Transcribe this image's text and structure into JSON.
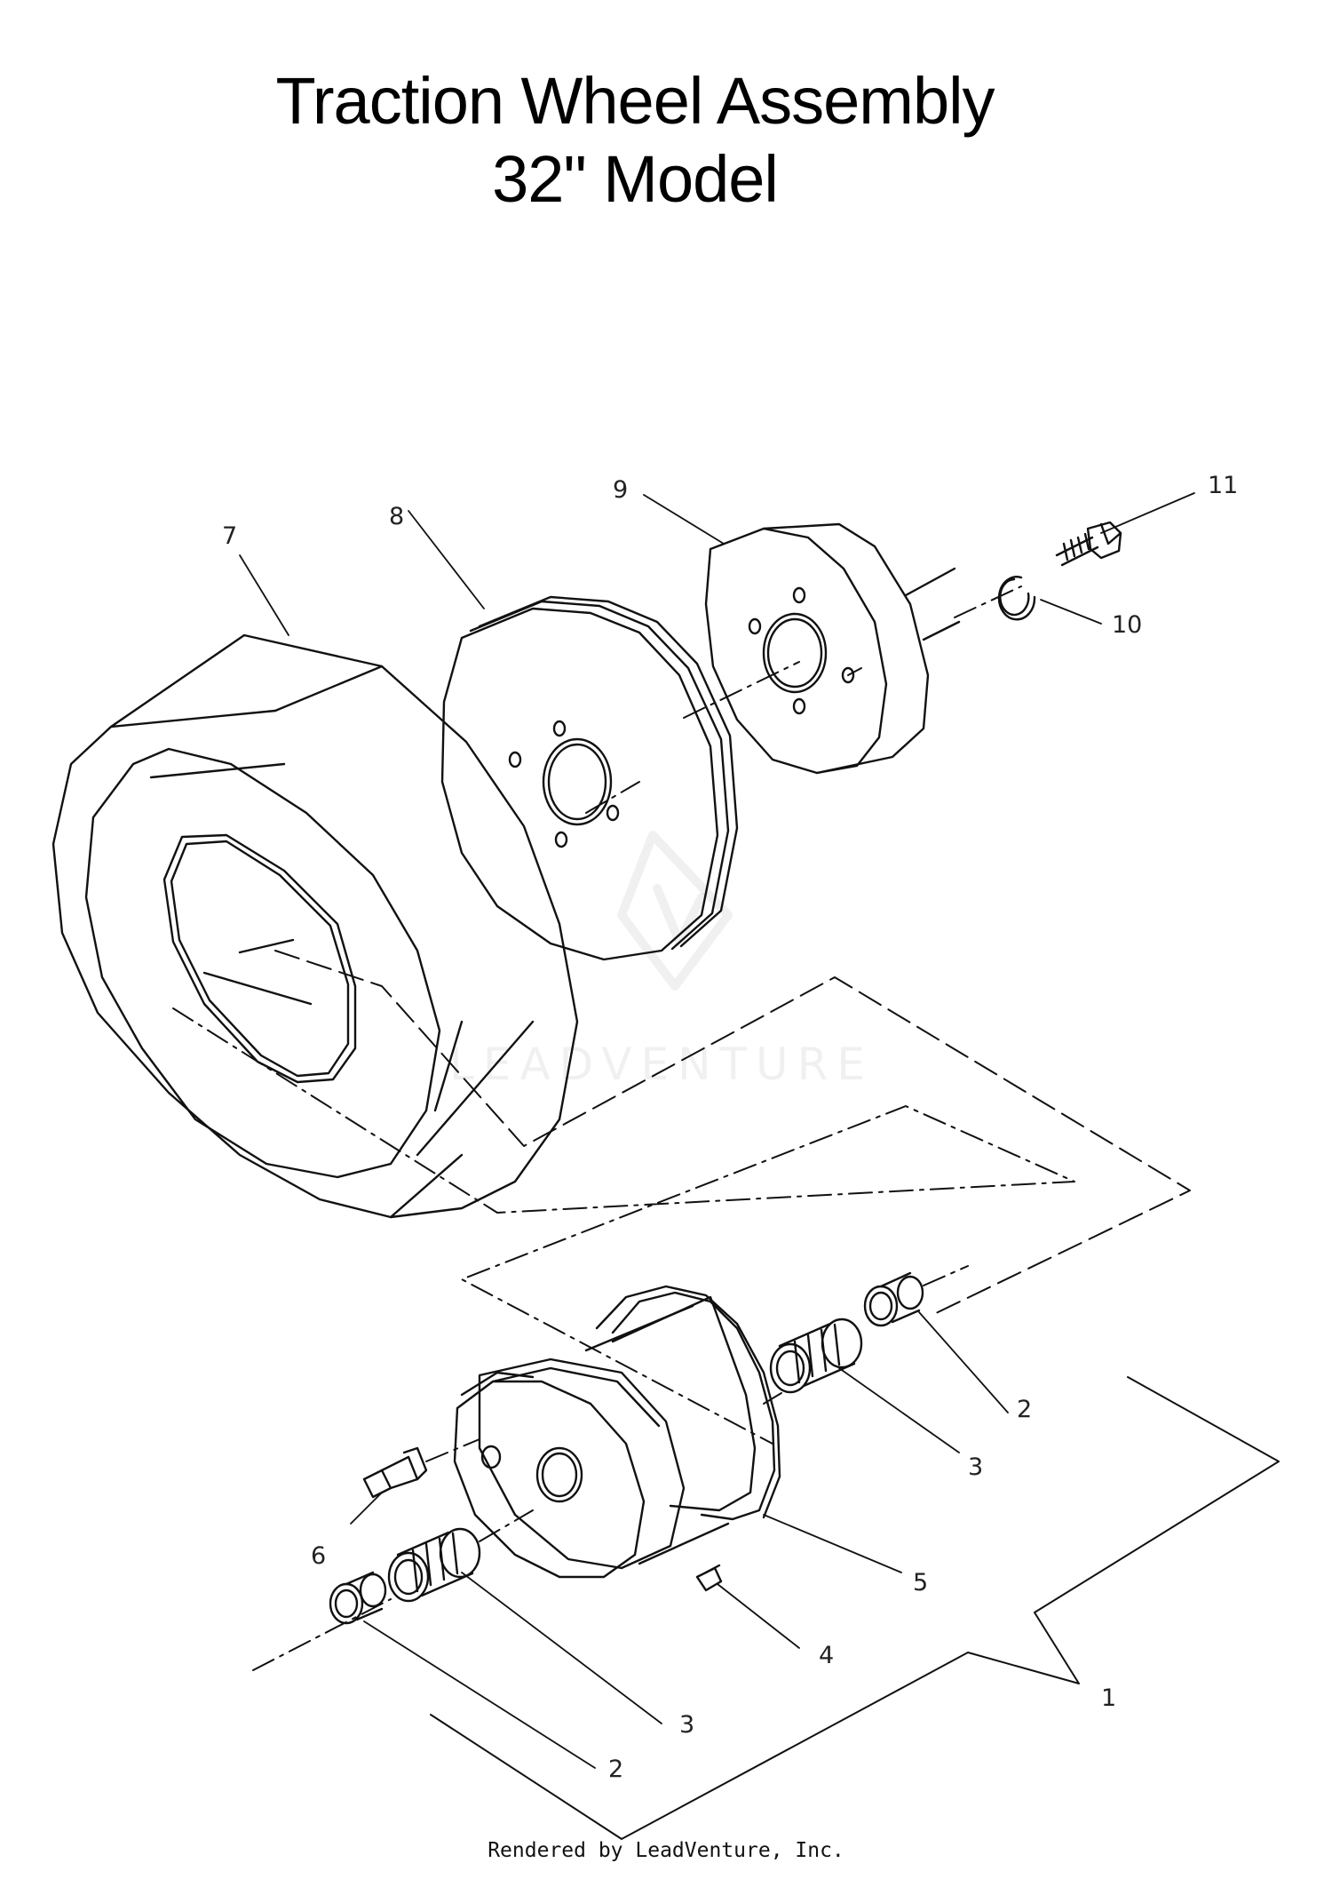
{
  "title": {
    "line1": "Traction Wheel Assembly",
    "line2": "32\" Model"
  },
  "callouts": [
    "1",
    "2",
    "2",
    "3",
    "3",
    "4",
    "5",
    "6",
    "7",
    "8",
    "9",
    "10",
    "11"
  ],
  "watermark": "LEADVENTURE",
  "footer": "Rendered by LeadVenture, Inc."
}
